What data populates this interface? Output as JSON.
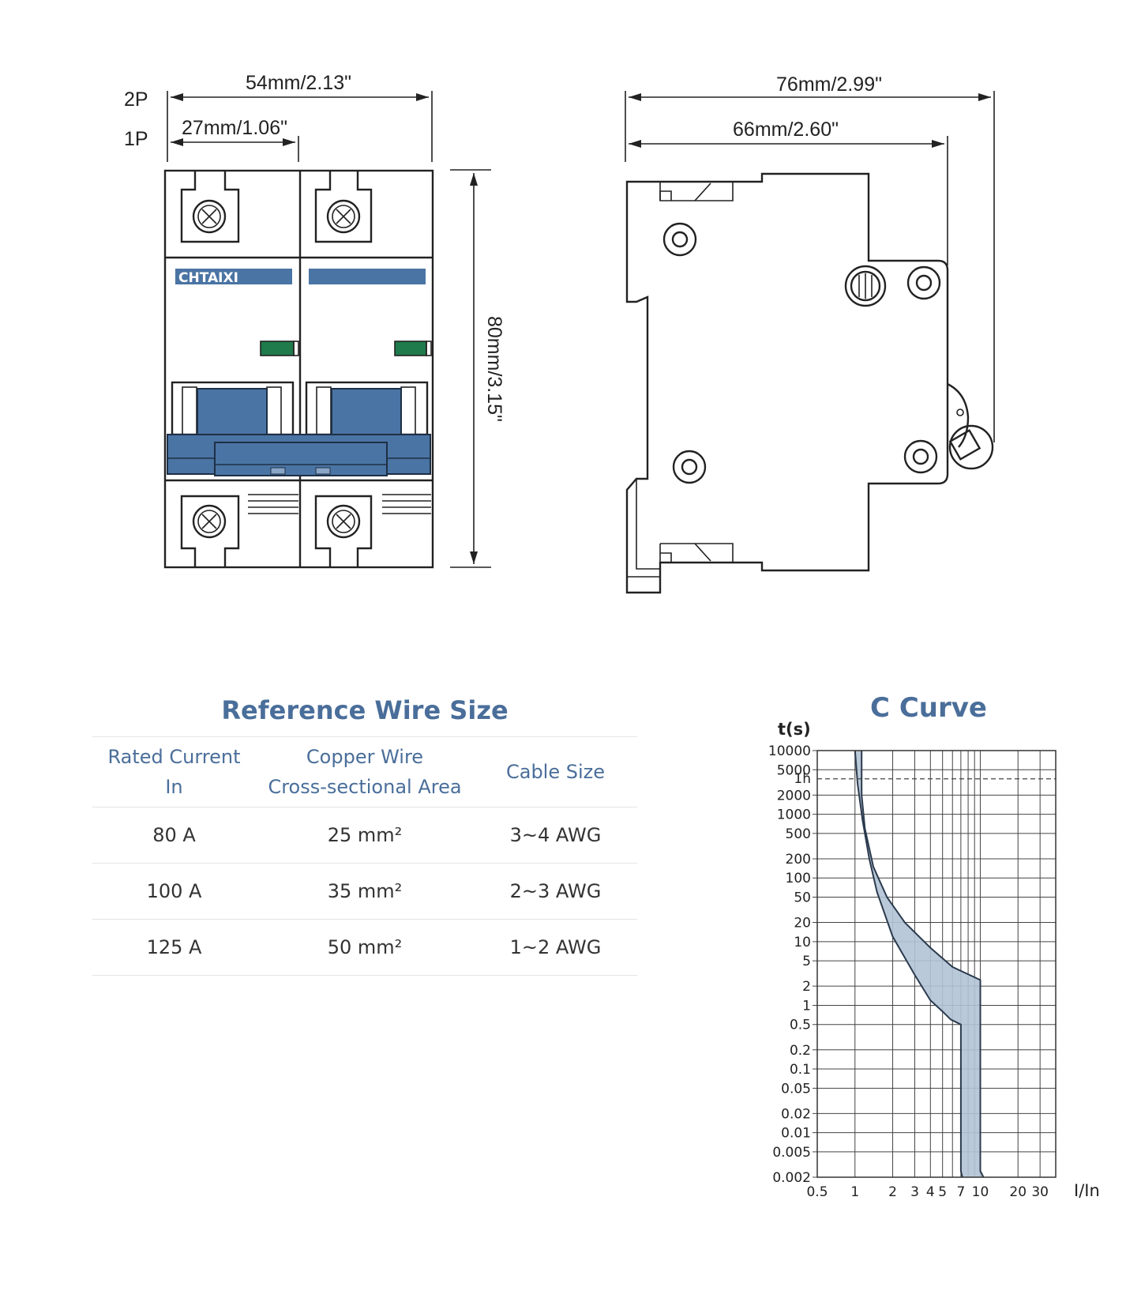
{
  "front_view": {
    "pole_2p": "2P",
    "pole_1p": "1P",
    "width_2p": "54mm/2.13\"",
    "width_1p": "27mm/1.06\"",
    "height": "80mm/3.15\"",
    "brand": "CHTAIXI"
  },
  "side_view": {
    "depth_total": "76mm/2.99\"",
    "depth_body": "66mm/2.60\""
  },
  "wire_table": {
    "title": "Reference Wire Size",
    "headers": [
      [
        "Rated Current",
        "In"
      ],
      [
        "Copper Wire",
        "Cross-sectional Area"
      ],
      [
        "Cable Size"
      ]
    ],
    "rows": [
      [
        "80 A",
        "25 mm²",
        "3~4 AWG"
      ],
      [
        "100 A",
        "35 mm²",
        "2~3 AWG"
      ],
      [
        "125 A",
        "50 mm²",
        "1~2 AWG"
      ]
    ]
  },
  "colors": {
    "accent": "#4a6e9a",
    "breaker_blue": "#4a74a4",
    "indicator_green": "#1f7a4c",
    "curve_fill": "#b3c3d6"
  },
  "chart_data": {
    "type": "area",
    "title": "C Curve",
    "ylabel": "t(s)",
    "xlabel": "I/In",
    "x_scale": "log",
    "y_scale": "log",
    "xlim": [
      0.5,
      40
    ],
    "ylim": [
      0.002,
      10000
    ],
    "x_ticks": [
      "0.5",
      "1",
      "2",
      "3",
      "4",
      "5",
      "7",
      "10",
      "20",
      "30"
    ],
    "x_tick_values": [
      0.5,
      1,
      2,
      3,
      4,
      5,
      7,
      10,
      20,
      30
    ],
    "y_ticks": [
      "10000",
      "5000",
      "2000",
      "1000",
      "500",
      "200",
      "100",
      "50",
      "20",
      "10",
      "5",
      "2",
      "1",
      "0.5",
      "0.2",
      "0.1",
      "0.05",
      "0.02",
      "0.01",
      "0.005",
      "0.002"
    ],
    "y_tick_values": [
      10000,
      5000,
      2000,
      1000,
      500,
      200,
      100,
      50,
      20,
      10,
      5,
      2,
      1,
      0.5,
      0.2,
      0.1,
      0.05,
      0.02,
      0.01,
      0.005,
      0.002
    ],
    "reference_line": {
      "label": "1h",
      "y": 3600
    },
    "grid": true,
    "band_lower": {
      "x": [
        1.0,
        1.05,
        1.15,
        1.3,
        1.5,
        2.0,
        3.0,
        4.0,
        5.0,
        5.8,
        7.0,
        7.0,
        7.2
      ],
      "y": [
        10000,
        3000,
        800,
        200,
        60,
        12,
        3,
        1.2,
        0.8,
        0.6,
        0.5,
        0.0025,
        0.002
      ]
    },
    "band_upper": {
      "x": [
        1.13,
        1.13,
        1.2,
        1.4,
        1.8,
        2.5,
        4.0,
        6.0,
        10.0,
        10.0,
        10.6
      ],
      "y": [
        10000,
        2000,
        600,
        150,
        50,
        20,
        8,
        4,
        2.5,
        0.0025,
        0.002
      ]
    }
  }
}
